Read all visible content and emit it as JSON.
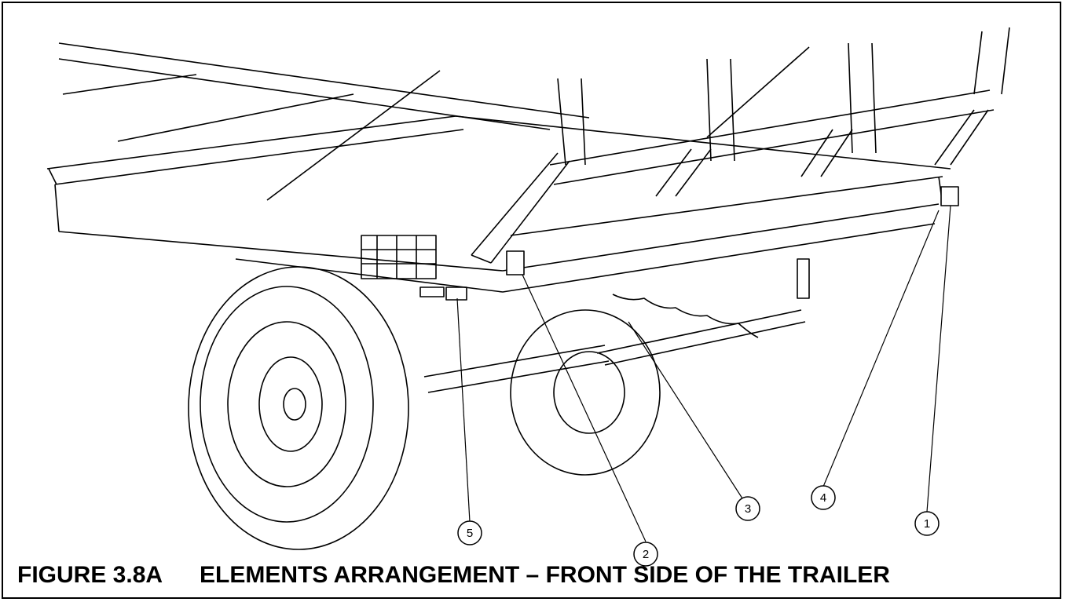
{
  "figure": {
    "number": "FIGURE 3.8A",
    "title": "ELEMENTS ARRANGEMENT – FRONT SIDE OF THE TRAILER"
  },
  "callouts": [
    "1",
    "2",
    "3",
    "4",
    "5"
  ],
  "colors": {
    "line": "#000000",
    "background": "#ffffff"
  }
}
